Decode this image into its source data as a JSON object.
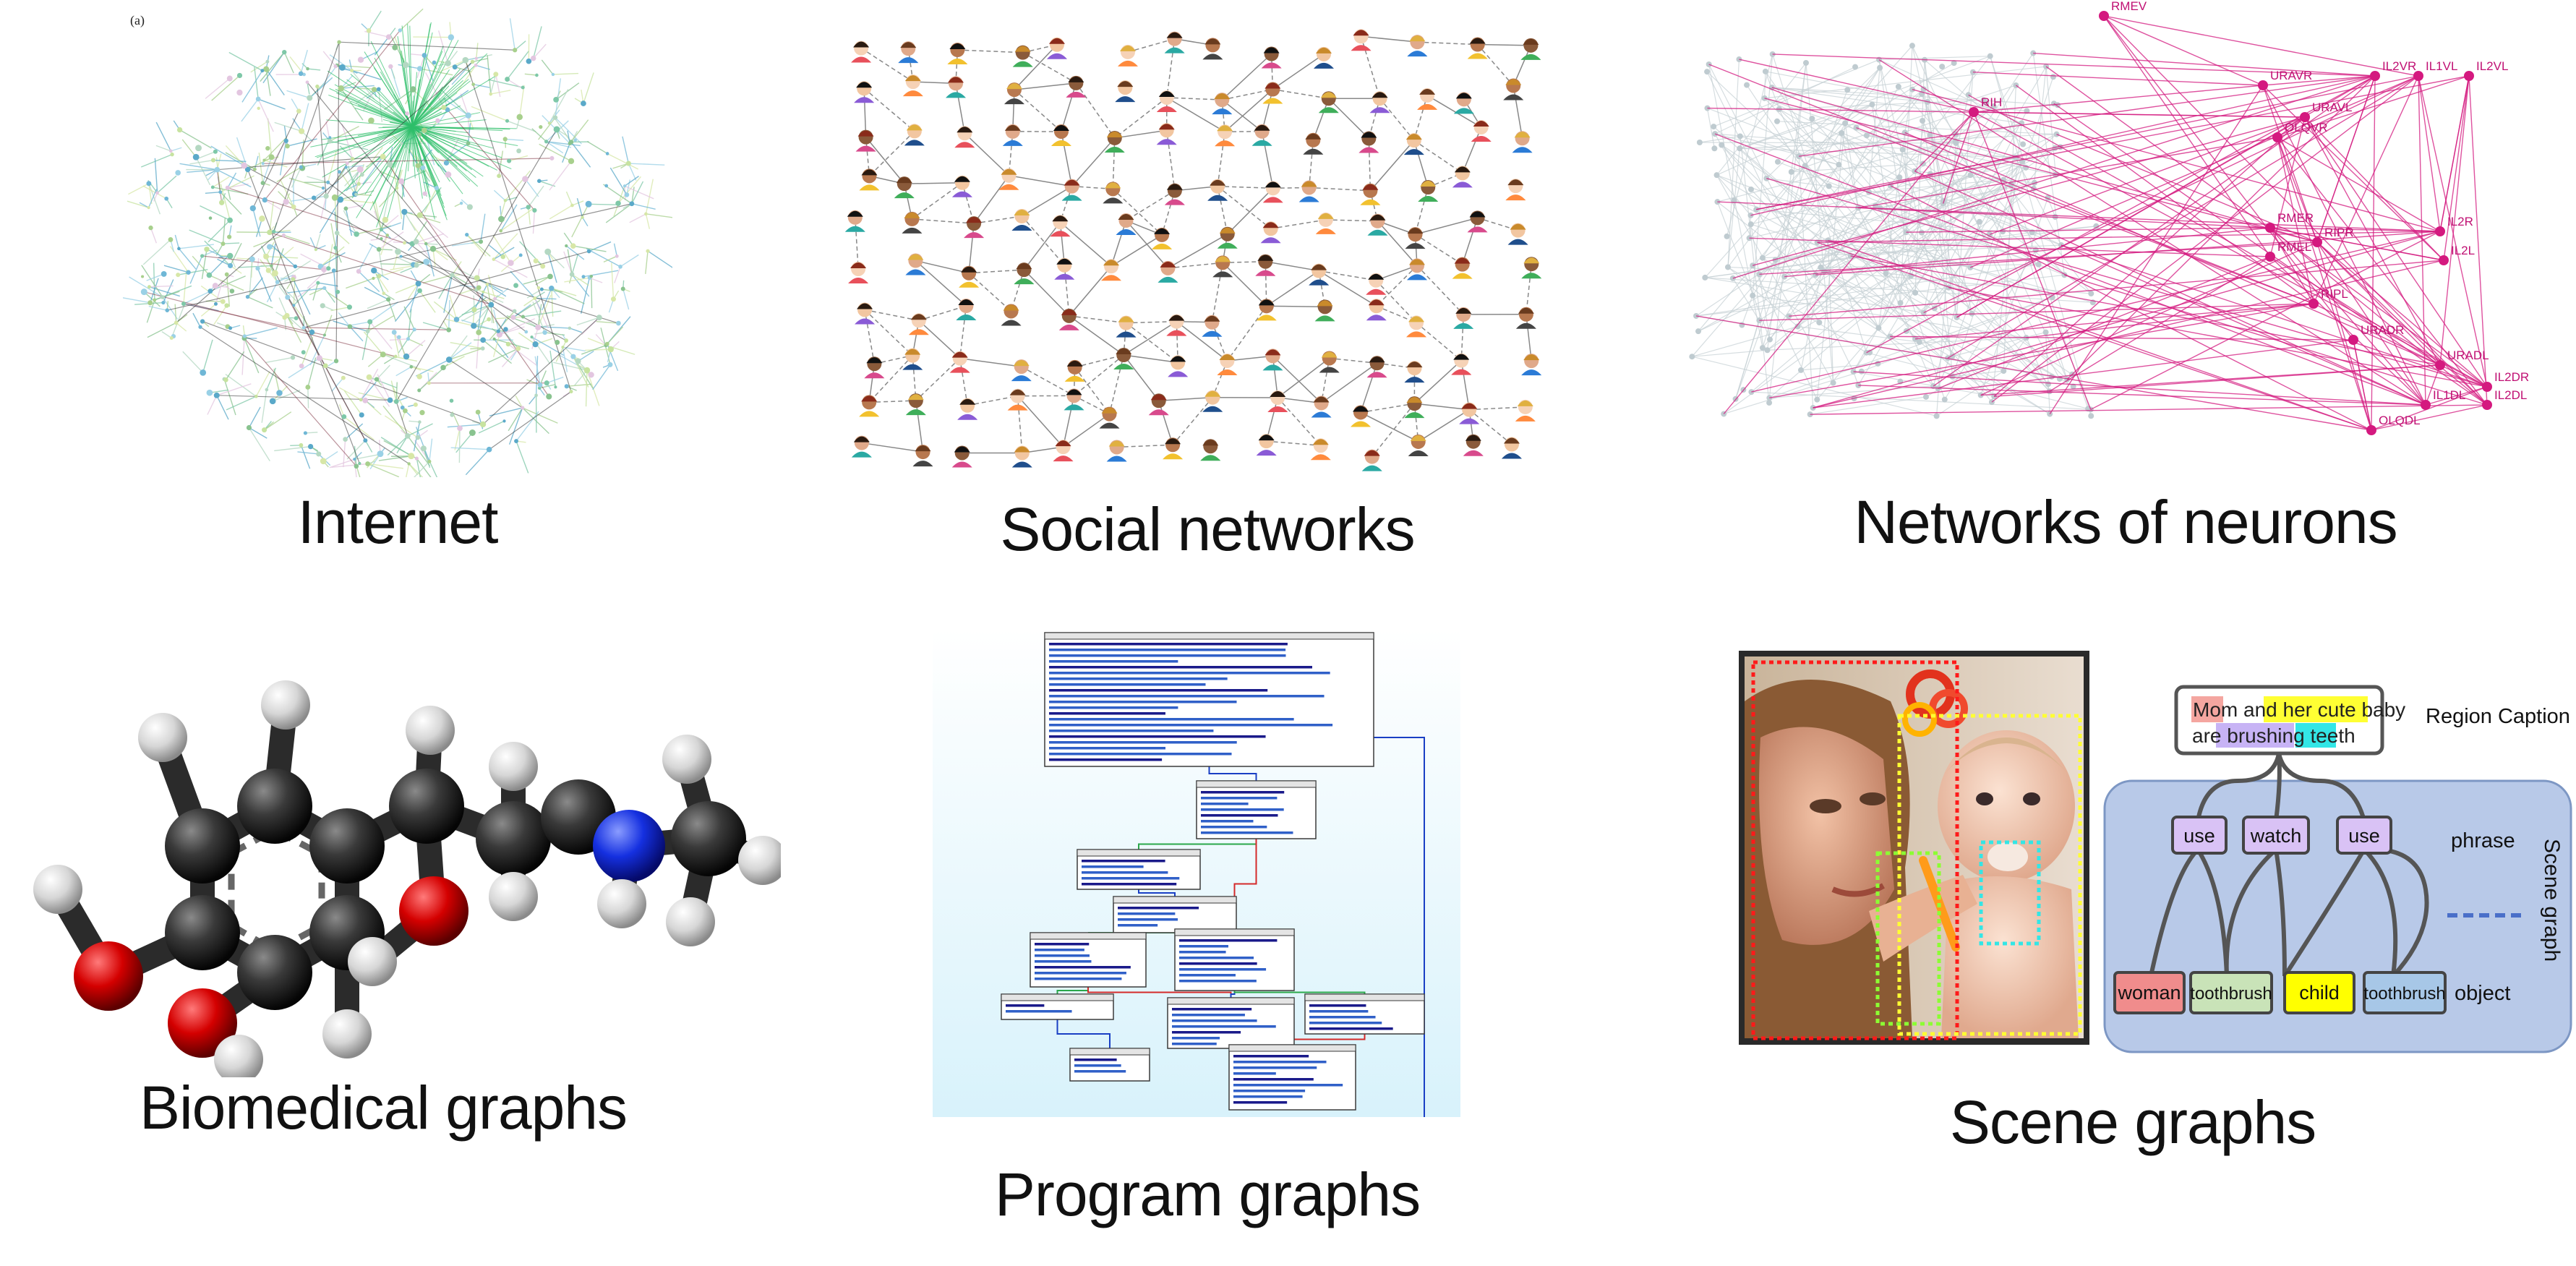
{
  "panels": {
    "internet": {
      "caption": "Internet",
      "corner_label": "(a)"
    },
    "social": {
      "caption": "Social networks"
    },
    "neurons": {
      "caption": "Networks of neurons",
      "labels": [
        "RMEV",
        "RIH",
        "URAVR",
        "URAVL",
        "OLQVR",
        "IL2VR",
        "IL1VL",
        "IL2VL",
        "IL2R",
        "IL2L",
        "RMER",
        "RMEL",
        "RIPR",
        "RIPL",
        "URADR",
        "URADL",
        "IL2DR",
        "IL2DL",
        "IL1DL",
        "OLQDL"
      ]
    },
    "biomedical": {
      "caption": "Biomedical graphs"
    },
    "program": {
      "caption": "Program graphs"
    },
    "scene": {
      "caption": "Scene graphs",
      "region_caption_label": "Region Caption",
      "caption_words": {
        "mom": "Mom",
        "and": "and",
        "her_cute_baby": "her cute baby",
        "are": "are",
        "brushing": "brushing",
        "teeth": "teeth"
      },
      "phrase_label": "phrase",
      "object_label": "object",
      "scene_graph_label": "Scene graph",
      "phrases": [
        "use",
        "watch",
        "use"
      ],
      "objects": [
        "woman",
        "toothbrush",
        "child",
        "toothbrush"
      ],
      "colors": {
        "mom": "#f4a6a0",
        "baby": "#ffff33",
        "brushing": "#c7b3f5",
        "teeth": "#33e6e6",
        "woman": "#f08c8c",
        "toothbrush": "#c9e3b8",
        "child": "#ffff00",
        "toothbrush2": "#a7c7e7",
        "phrase": "#d9c2f5",
        "graph_bg": "#b8c9e8"
      }
    }
  }
}
